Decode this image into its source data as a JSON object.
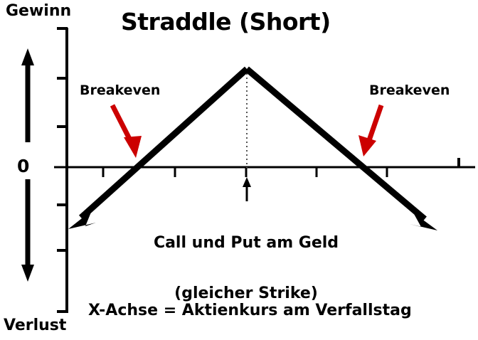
{
  "chart_data": {
    "type": "line",
    "title": "Straddle (Short)",
    "xlabel": "X-Achse = Aktienkurs am Verfallstag",
    "ylabel_positive": "Gewinn",
    "ylabel_negative": "Verlust",
    "zero_label": "0",
    "grid": false,
    "legend": null,
    "xlim": [
      0,
      100
    ],
    "ylim": [
      -100,
      100
    ],
    "x_ticks": [
      9,
      27,
      45,
      63,
      81,
      99
    ],
    "y_ticks": [
      100,
      82,
      65,
      50,
      37,
      21,
      1
    ],
    "series": [
      {
        "name": "Short Straddle Payoff",
        "comment": "Inverted V: maximum profit at strike, losses either side",
        "x": [
          0.5,
          45.0,
          92.5
        ],
        "y": [
          -43.5,
          35.0,
          -44.0
        ]
      }
    ],
    "annotations": [
      {
        "label": "Breakeven",
        "side": "left",
        "points_to_x": 27.5,
        "points_to_y": 0
      },
      {
        "label": "Breakeven",
        "side": "right",
        "points_to_x": 74.5,
        "points_to_y": 0
      },
      {
        "label": "Call und Put am Geld\n(gleicher Strike)",
        "points_to_x": 45.0,
        "points_to_y": 0
      }
    ],
    "reference_line": {
      "style": "dotted",
      "x": 45.0,
      "from_y": 35.0,
      "to_y": 0
    }
  },
  "chart": {
    "title": "Straddle (Short)",
    "axis_top_label": "Gewinn",
    "axis_bottom_label": "Verlust",
    "zero_label": "0",
    "breakeven_left_label": "Breakeven",
    "breakeven_right_label": "Breakeven",
    "strike_note_line1": "Call und Put am Geld",
    "strike_note_line2": "(gleicher Strike)",
    "xaxis_note": "X-Achse = Aktienkurs am Verfallstag"
  },
  "colors": {
    "line": "#000000",
    "axis": "#000000",
    "annotation_arrow": "#cc0000",
    "background": "#ffffff",
    "dotted": "#555555"
  }
}
